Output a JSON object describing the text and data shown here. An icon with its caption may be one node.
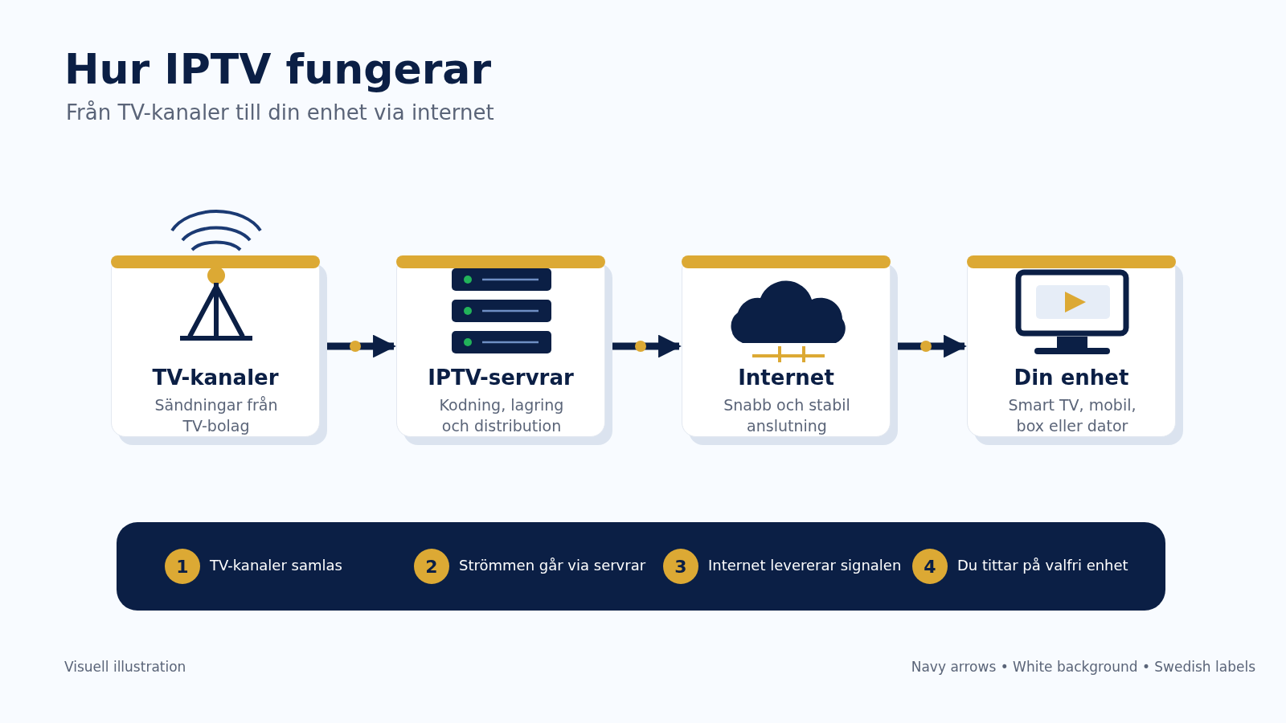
{
  "diagram": {
    "title": "Hur IPTV fungerar",
    "nodes": [
      {
        "text": [
          "TV-kanaler",
          "Sändningar från TV-bolag"
        ]
      },
      {
        "text": [
          "IPTV-servrar",
          "Kodning, lagring och distribution"
        ]
      },
      {
        "text": [
          "Internet",
          "Snabb och stabil anslutning"
        ]
      },
      {
        "text": [
          "Din enhet",
          "Smart TV, mobil, box eller dator"
        ]
      }
    ],
    "edges": [
      {
        "from": 0,
        "to": 1,
        "arrow": "to"
      },
      {
        "from": 1,
        "to": 2,
        "arrow": "to"
      },
      {
        "from": 2,
        "to": 3,
        "arrow": "to"
      }
    ],
    "labels": [
      "Från TV-kanaler till din enhet via internet",
      "1",
      "TV-kanaler samlas",
      "2",
      "Strömmen går via servrar",
      "3",
      "Internet levererar signalen",
      "4",
      "Du tittar på valfri enhet",
      "Visuell illustration",
      "Navy arrows • White background • Swedish labels"
    ]
  }
}
